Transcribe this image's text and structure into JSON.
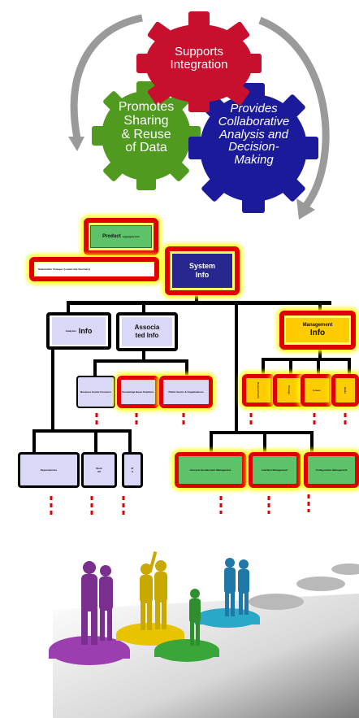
{
  "gears": {
    "top": {
      "line1": "Supports",
      "line2": "Integration",
      "color": "#c8102e"
    },
    "left": {
      "line1": "Promotes",
      "line2": "Sharing",
      "line3": "& Reuse",
      "line4": "of Data",
      "color": "#4f9a1f"
    },
    "right": {
      "line1": "Provides",
      "line2": "Collaborative",
      "line3": "Analysis and",
      "line4": "Decision-",
      "line5": "Making",
      "color": "#1a1a9a"
    }
  },
  "diagram": {
    "product": {
      "title": "Product",
      "sub": "Aggregate Info"
    },
    "feedback": {
      "label": "Stakeholder Changes (Leadership Summary)"
    },
    "system": {
      "line1": "System",
      "line2": "Info"
    },
    "info_left": {
      "small": "Analytics",
      "big": "Info"
    },
    "assoc": {
      "line1": "Associa",
      "line2": "ted Info"
    },
    "management": {
      "line1": "Management",
      "line2": "Info"
    },
    "sub_assoc": [
      "Business Goals/ Concerns",
      "Knowledge Base/ Solutions",
      "Public Sector & Organizations"
    ],
    "mgmt_children": [
      "Requirements",
      "Change",
      "Issues",
      "Risks"
    ],
    "bottom_left": [
      "Dependencies",
      "Work\nUP",
      "IP\nIt"
    ],
    "bottom_right": [
      "Lifecycle Sustainment Management",
      "Interface Management",
      "Configuration Management"
    ]
  },
  "colors": {
    "red_border": "#e10000",
    "glow": "#ffff00",
    "lavender": "#d9d9f7",
    "green": "#5ec26a",
    "yellow": "#ffcc00",
    "navy": "#27278f"
  }
}
